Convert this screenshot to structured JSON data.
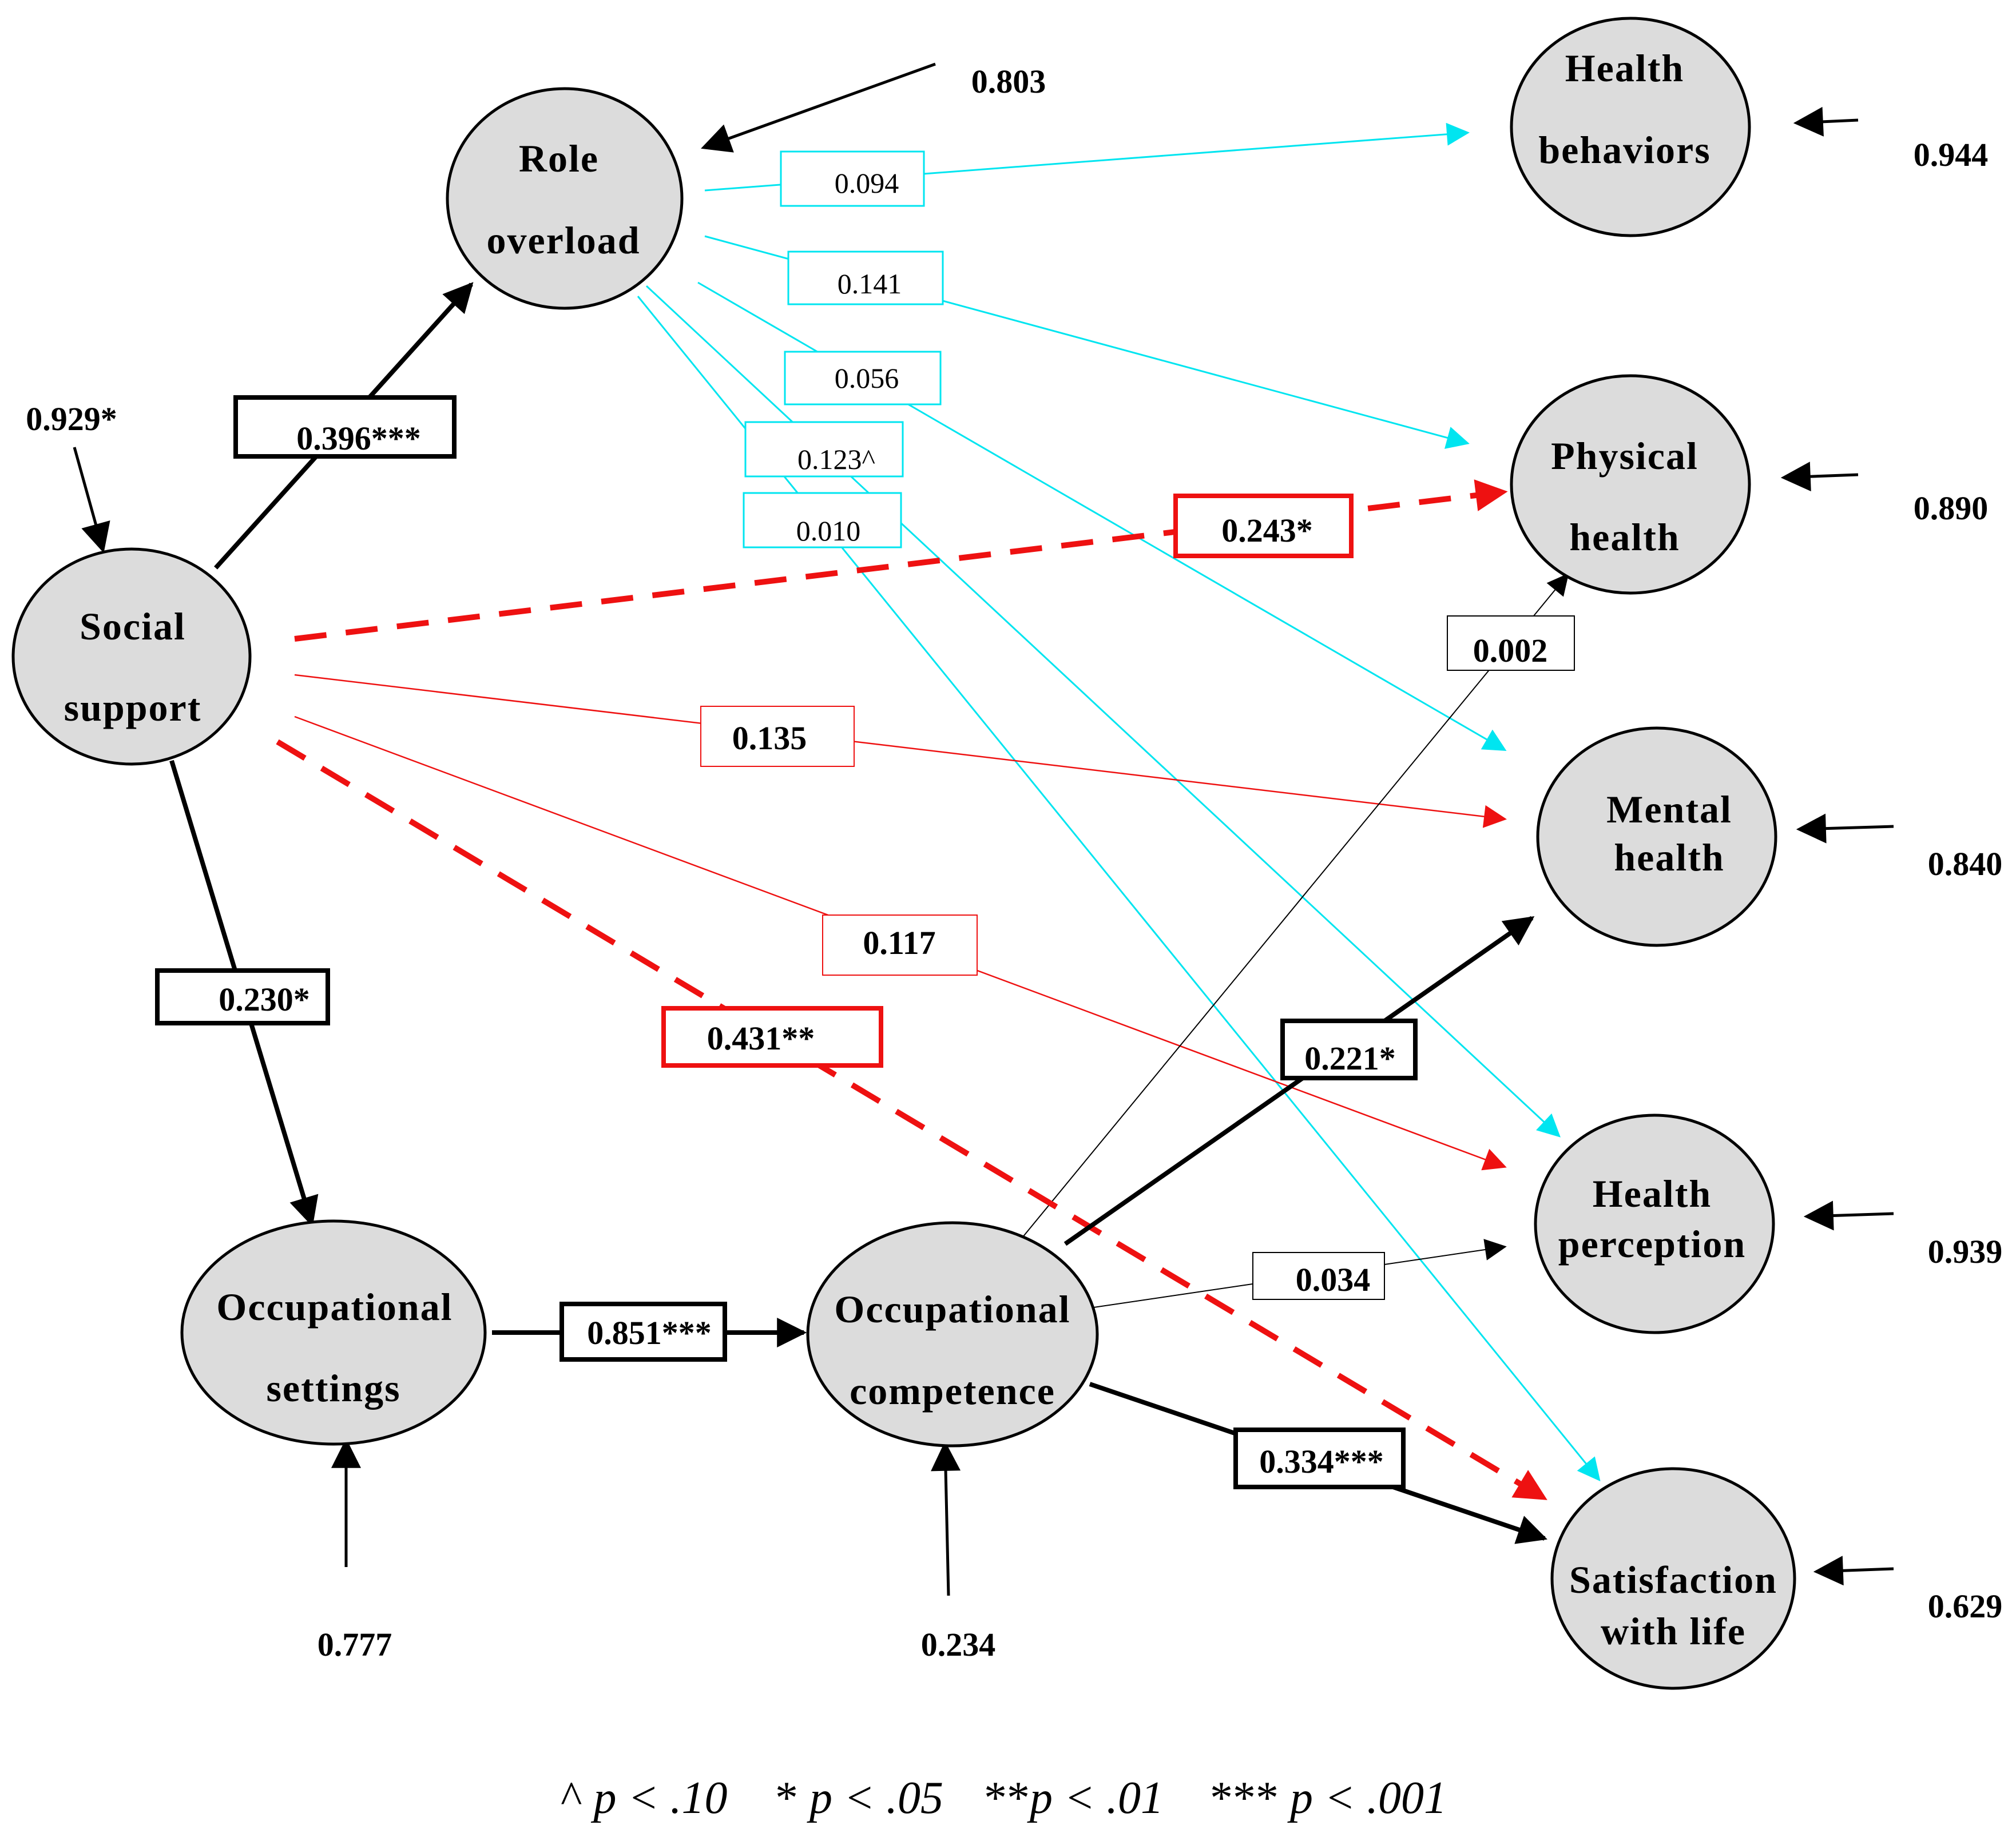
{
  "nodes": {
    "role_overload": [
      "Role",
      "overload"
    ],
    "social_support": [
      "Social",
      "support"
    ],
    "occ_settings": [
      "Occupational",
      "settings"
    ],
    "occ_competence": [
      "Occupational",
      "competence"
    ],
    "health_behaviors": [
      "Health",
      "behaviors"
    ],
    "physical_health": [
      "Physical",
      "health"
    ],
    "mental_health": [
      "Mental",
      "health"
    ],
    "health_perception": [
      "Health",
      "perception"
    ],
    "satisfaction": [
      "Satisfaction",
      "with life"
    ]
  },
  "error_terms": {
    "role_overload": "0.803",
    "social_support": "0.929*",
    "occ_settings": "0.777",
    "occ_competence": "0.234",
    "health_behaviors": "0.944",
    "physical_health": "0.890",
    "mental_health": "0.840",
    "health_perception": "0.939",
    "satisfaction": "0.629"
  },
  "paths": [
    {
      "id": "ss-ro",
      "label": "0.396***",
      "color": "#000000",
      "style": "thick"
    },
    {
      "id": "ss-os",
      "label": "0.230*",
      "color": "#000000",
      "style": "thick"
    },
    {
      "id": "os-oc",
      "label": "0.851***",
      "color": "#000000",
      "style": "thick"
    },
    {
      "id": "oc-mh",
      "label": "0.221*",
      "color": "#000000",
      "style": "thick"
    },
    {
      "id": "oc-sl",
      "label": "0.334***",
      "color": "#000000",
      "style": "thick"
    },
    {
      "id": "oc-ph",
      "label": "0.002",
      "color": "#000000",
      "style": "thin"
    },
    {
      "id": "oc-hp",
      "label": "0.034",
      "color": "#000000",
      "style": "thin"
    },
    {
      "id": "ss-ph",
      "label": "0.243*",
      "color": "#ee1111",
      "style": "dashed"
    },
    {
      "id": "ss-sl",
      "label": "0.431**",
      "color": "#ee1111",
      "style": "dashed"
    },
    {
      "id": "ss-mh",
      "label": "0.135",
      "color": "#ee1111",
      "style": "thin"
    },
    {
      "id": "ss-hp",
      "label": "0.117",
      "color": "#ee1111",
      "style": "thin"
    },
    {
      "id": "ro-hb",
      "label": "0.094",
      "color": "#00e5f0",
      "style": "cyan"
    },
    {
      "id": "ro-ph",
      "label": "0.141",
      "color": "#00e5f0",
      "style": "cyan"
    },
    {
      "id": "ro-mh",
      "label": "0.056",
      "color": "#00e5f0",
      "style": "cyan"
    },
    {
      "id": "ro-hp",
      "label": "0.123^",
      "color": "#00e5f0",
      "style": "cyan"
    },
    {
      "id": "ro-sl",
      "label": "0.010",
      "color": "#00e5f0",
      "style": "cyan"
    }
  ],
  "legend": {
    "items": [
      {
        "stars": "^",
        "text": "p < .10"
      },
      {
        "stars": "*",
        "text": "p < .05"
      },
      {
        "stars": "**",
        "text": "p < .01"
      },
      {
        "stars": "***",
        "text": "p < .001"
      }
    ]
  }
}
